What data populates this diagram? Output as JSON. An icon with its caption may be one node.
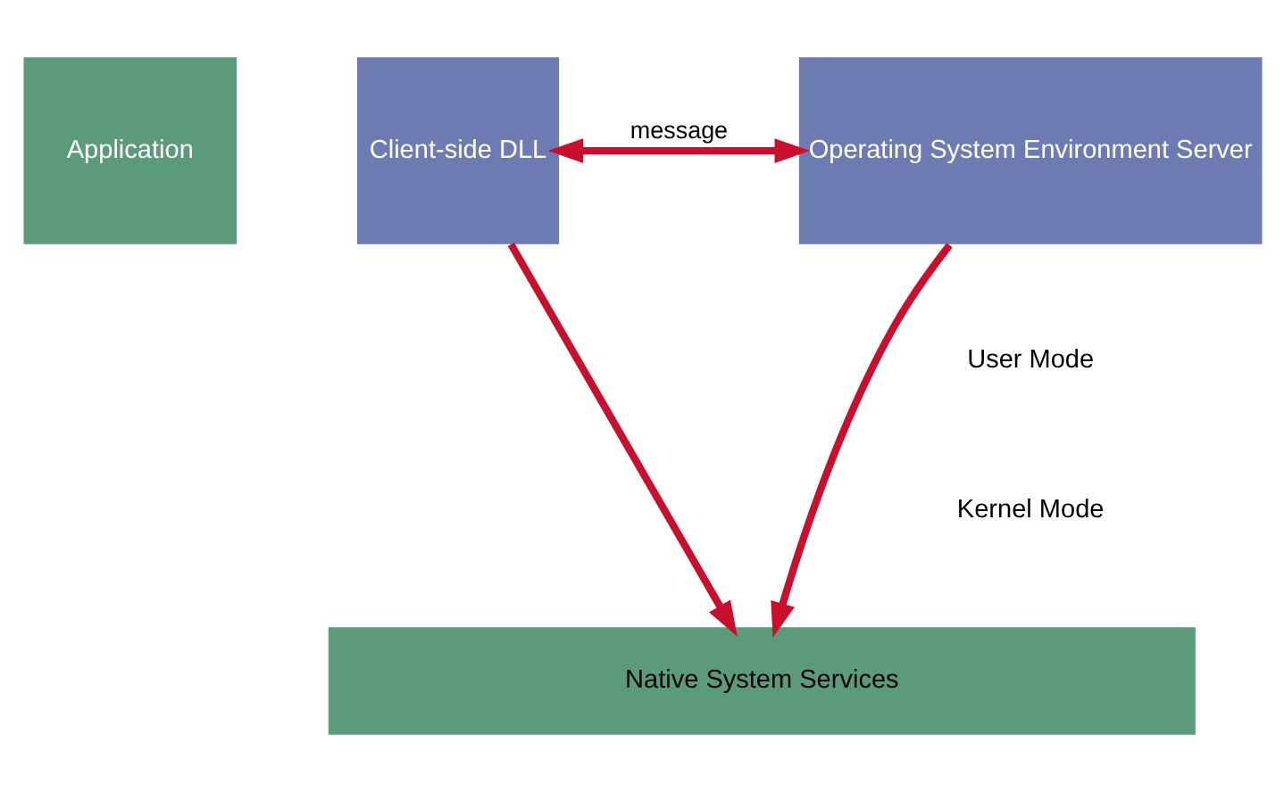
{
  "diagram": {
    "nodes": [
      {
        "text": [
          "Application"
        ]
      },
      {
        "text": [
          "Client-side DLL"
        ]
      },
      {
        "text": [
          "Operating System Environment Server"
        ]
      },
      {
        "text": [
          "Native System Services"
        ]
      }
    ],
    "edges": [
      {
        "from": 1,
        "to": 2,
        "arrow": "both",
        "label": "message"
      },
      {
        "from": 1,
        "to": 3,
        "arrow": "to"
      },
      {
        "from": 2,
        "to": 3,
        "arrow": "to"
      }
    ],
    "labels": [
      "User Mode",
      "Kernel Mode"
    ]
  }
}
